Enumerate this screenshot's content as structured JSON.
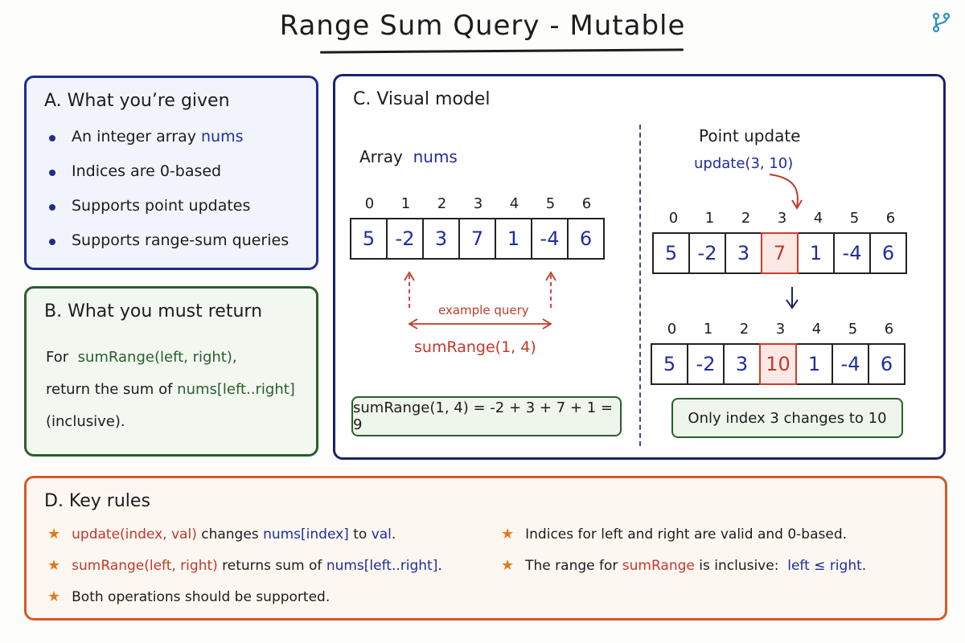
{
  "title": "Range Sum Query - Mutable",
  "colors": {
    "blue": "#1f2d9f",
    "green": "#2a5e2c",
    "red": "#c0392b",
    "orange": "#d35a2a"
  },
  "panel_a": {
    "title": "A. What you’re given",
    "bullets": [
      {
        "text": "An integer array",
        "code": "nums"
      },
      {
        "text": "Indices are 0-based"
      },
      {
        "text": "Supports point updates"
      },
      {
        "text": "Supports range-sum queries"
      }
    ]
  },
  "panel_b": {
    "title": "B. What you must return",
    "line1_prefix": "For",
    "line1_code": "sumRange(left, right),",
    "line2_prefix": "return the sum of",
    "line2_code": "nums[left..right]",
    "line3": "(inclusive)."
  },
  "panel_c": {
    "title": "C. Visual model",
    "array_label": "Array",
    "array_code": "nums",
    "indices": [
      "0",
      "1",
      "2",
      "3",
      "4",
      "5",
      "6"
    ],
    "values": [
      "5",
      "-2",
      "3",
      "7",
      "1",
      "-4",
      "6"
    ],
    "example_label": "example query",
    "sumrange_label": "sumRange(1, 4)",
    "sum_result": "sumRange(1, 4) = -2 + 3 + 7 + 1 = 9",
    "point_update_title": "Point update",
    "update_call": "update(3, 10)",
    "before_values": [
      "5",
      "-2",
      "3",
      "7",
      "1",
      "-4",
      "6"
    ],
    "after_values": [
      "5",
      "-2",
      "3",
      "10",
      "1",
      "-4",
      "6"
    ],
    "highlight_index": 3,
    "only_index_note": "Only index 3 changes to 10"
  },
  "panel_d": {
    "title": "D. Key rules",
    "rule1_code": "update(index, val)",
    "rule1_mid": "changes",
    "rule1_code2": "nums[index]",
    "rule1_to": "to",
    "rule1_val": "val",
    "rule1_end": ".",
    "rule2_code": "sumRange(left, right)",
    "rule2_mid": "returns sum of",
    "rule2_code2": "nums[left..right]",
    "rule2_end": ".",
    "rule3": "Both operations should be supported.",
    "rule4": "Indices for left and right are valid and 0-based.",
    "rule5_prefix": "The range for",
    "rule5_code": "sumRange",
    "rule5_mid": "is inclusive:",
    "rule5_expr": "left ≤ right",
    "rule5_end": "."
  }
}
